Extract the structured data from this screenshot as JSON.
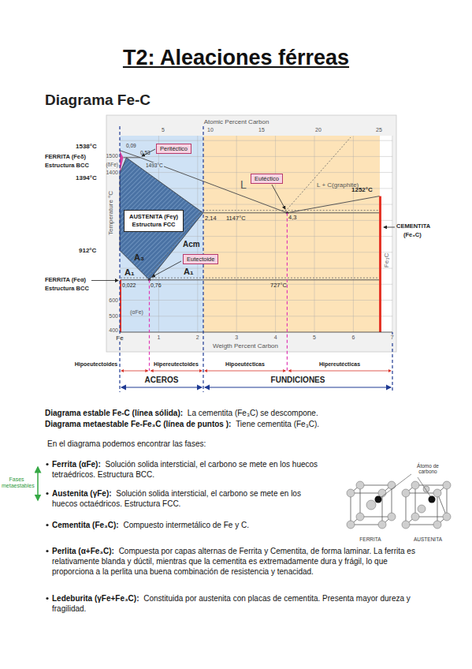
{
  "diagram": {
    "title": "T2: Aleaciones férreas",
    "nodes": [
      {
        "text": [
          "Peritéctico"
        ]
      },
      {
        "text": [
          "Eutéctico"
        ]
      },
      {
        "text": [
          "AUSTENITA (Feγ)",
          "Estructura FCC"
        ]
      },
      {
        "text": [
          "Eutectoide"
        ]
      }
    ],
    "labels": [
      "Diagrama Fe-C",
      "Atomic Percent Carbon",
      "5",
      "10",
      "15",
      "20",
      "25",
      "1500",
      "1400",
      "600",
      "500",
      "400",
      "Temperature °C",
      "FERRITA (Feδ)",
      "Estructura BCC",
      "1538°C",
      "1394°C",
      "912°C",
      "FERRITA (Feα)",
      "Estructura BCC",
      "(δFe)",
      "0,09",
      "0,53",
      "1493°C",
      "L",
      "L + C(graphite)",
      "1252°C",
      "CEMENTITA",
      "(Fe₃C)",
      "2,14",
      "1147°C",
      "4,3",
      "A₃",
      "Acm",
      "A₁",
      "A₁",
      "0,022",
      "0,76",
      "727°C",
      "(αFe)",
      "Fe₃C",
      "Fe",
      "1",
      "2",
      "3",
      "4",
      "5",
      "6",
      "7",
      "Weigth Percent Carbon",
      "Hipoeutectoides",
      "Hipereutectoides",
      "Hipoeutécticas",
      "Hipereutécticas",
      "ACEROS",
      "FUNDICIONES",
      "Diagrama estable Fe-C (línea sólida):",
      "La cementita (Fe₃C) se descompone.",
      "Diagrama metaestable Fe-Fe₃C (línea de puntos ):",
      "Tiene cementita (Fe₃C).",
      "En el diagrama podemos encontrar las fases:",
      "Ferrita (αFe):",
      "Solución solida intersticial, el carbono se mete en los huecos tetraédricos. Estructura BCC.",
      "Austenita (γFe):",
      "Solución solida intersticial, el carbono se mete en los huecos octaédricos. Estructura FCC.",
      "Cementita (Fe₃C):",
      "Compuesto intermetálico de Fe y C.",
      "Perlita (α+Fe₃C):",
      "Compuesta por capas alternas de Ferrita y Cementita, de forma laminar. La ferrita es relativamente blanda y dúctil, mientras que la cementita es extremadamente dura y frágil, lo que proporciona a la perlita una buena combinación de resistencia y tenacidad.",
      "Ledeburita (γFe+Fe₃C):",
      "Constituida por austenita con placas de cementita. Presenta mayor dureza y fragilidad.",
      "Fases metaestables",
      "Átomo de carbono",
      "FERRITA",
      "AUSTENITA"
    ]
  }
}
